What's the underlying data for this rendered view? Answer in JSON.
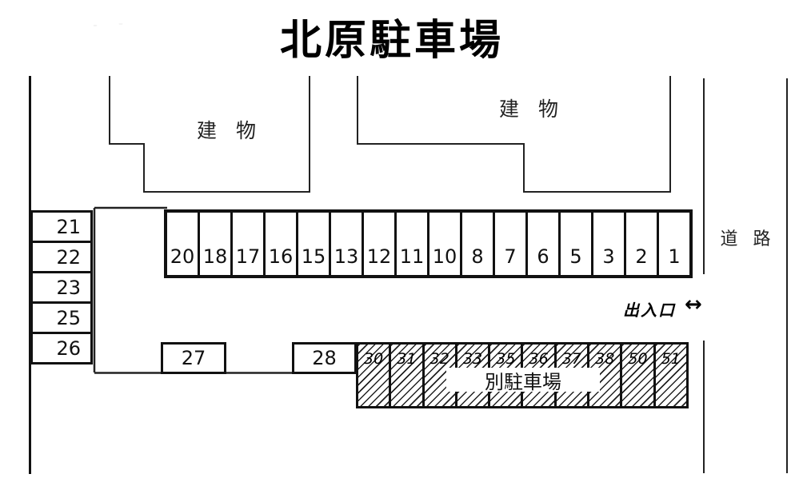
{
  "title": "北原駐車場",
  "buildings": [
    {
      "label": "建 物"
    },
    {
      "label": "建 物"
    }
  ],
  "road": {
    "label": "道 路"
  },
  "entrance": {
    "label": "出入口",
    "arrow": "↔"
  },
  "parking": {
    "top_row": [
      "20",
      "18",
      "17",
      "16",
      "15",
      "13",
      "12",
      "11",
      "10",
      "8",
      "7",
      "6",
      "5",
      "3",
      "2",
      "1"
    ],
    "left_column": [
      "21",
      "22",
      "23",
      "25",
      "26"
    ],
    "middle": [
      "27",
      "28"
    ],
    "hatched": [
      "30",
      "31",
      "32",
      "33",
      "35",
      "36",
      "37",
      "38",
      "50",
      "51"
    ],
    "hatched_area_label": "別駐車場"
  },
  "colors": {
    "line": "#111111",
    "background": "#ffffff"
  }
}
